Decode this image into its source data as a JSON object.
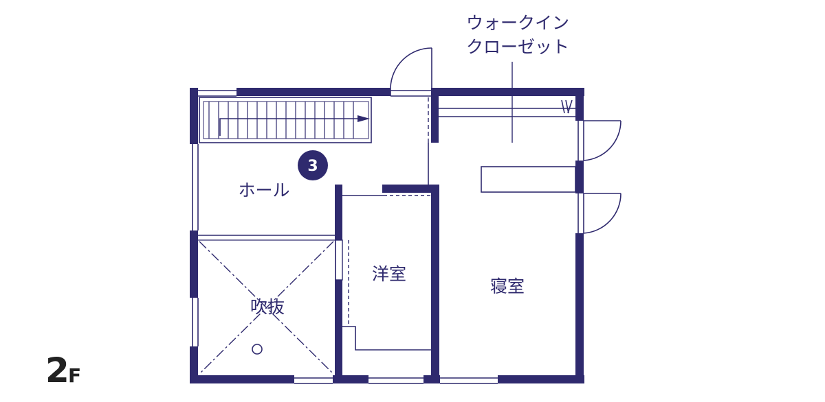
{
  "colors": {
    "wall": "#2f2a6e",
    "thin": "#2f2a6e",
    "background": "#ffffff",
    "floor_text": "#222222"
  },
  "floor": {
    "number": "2",
    "suffix": "F"
  },
  "marker": {
    "number": "3"
  },
  "rooms": {
    "walk_in_closet_line1": "ウォークイン",
    "walk_in_closet_line2": "クローゼット",
    "hall": "ホール",
    "western_room": "洋室",
    "bedroom": "寝室",
    "atrium": "吹抜"
  }
}
